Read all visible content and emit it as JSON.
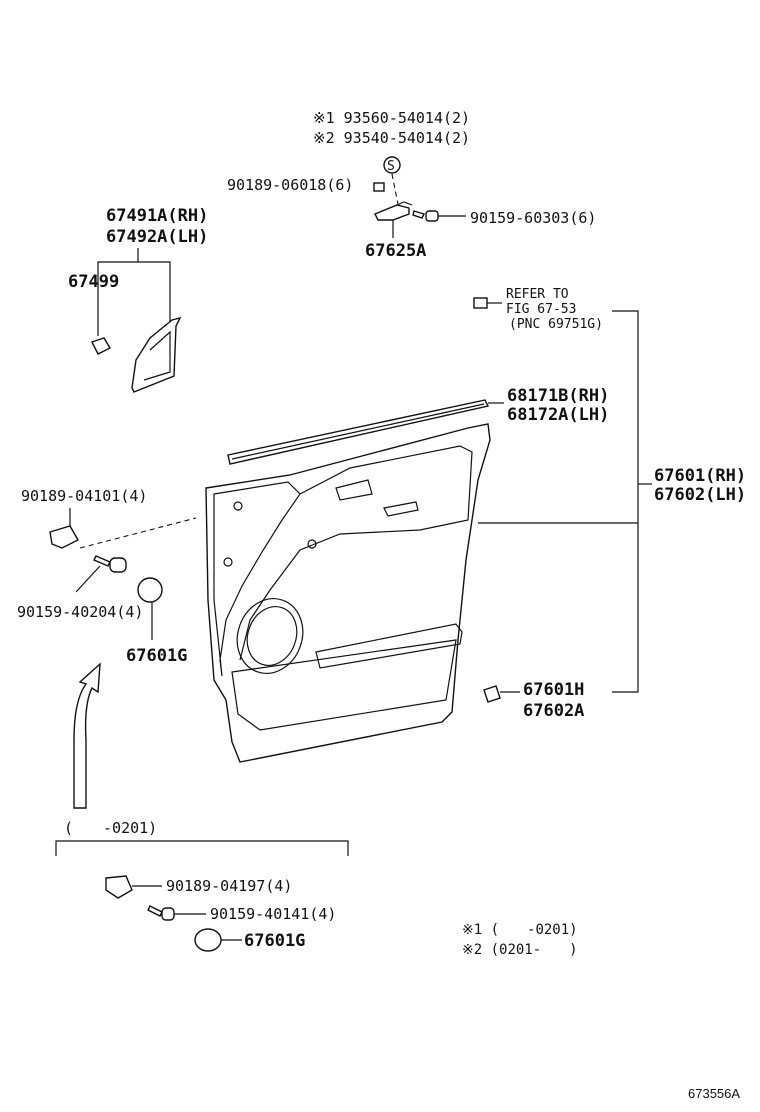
{
  "labels": {
    "screw_top_1": "※1 93560-54014(2)",
    "screw_top_2": "※2 93540-54014(2)",
    "s_marker": "S",
    "clip_06018": "90189-06018(6)",
    "screw_60303": "90159-60303(6)",
    "bracket": "67625A",
    "trim_rh": "67491A(RH)",
    "trim_lh": "67492A(LH)",
    "clip_67499": "67499",
    "refer_1": "REFER TO",
    "refer_2": "FIG 67-53",
    "refer_3": "(PNC 69751G)",
    "weather_rh": "68171B(RH)",
    "weather_lh": "68172A(LH)",
    "panel_rh": "67601(RH)",
    "panel_lh": "67602(LH)",
    "clip_04101": "90189-04101(4)",
    "screw_40204": "90159-40204(4)",
    "cap_g": "67601G",
    "clip_h": "67601H",
    "clip_602a": "67602A",
    "range_label": "(　　-0201)",
    "clip_04197": "90189-04197(4)",
    "screw_40141": "90159-40141(4)",
    "cap_g_2": "67601G",
    "note_1": "※1 (　　-0201)",
    "note_2": "※2 (0201-　　)",
    "diagram_code": "673556A"
  }
}
